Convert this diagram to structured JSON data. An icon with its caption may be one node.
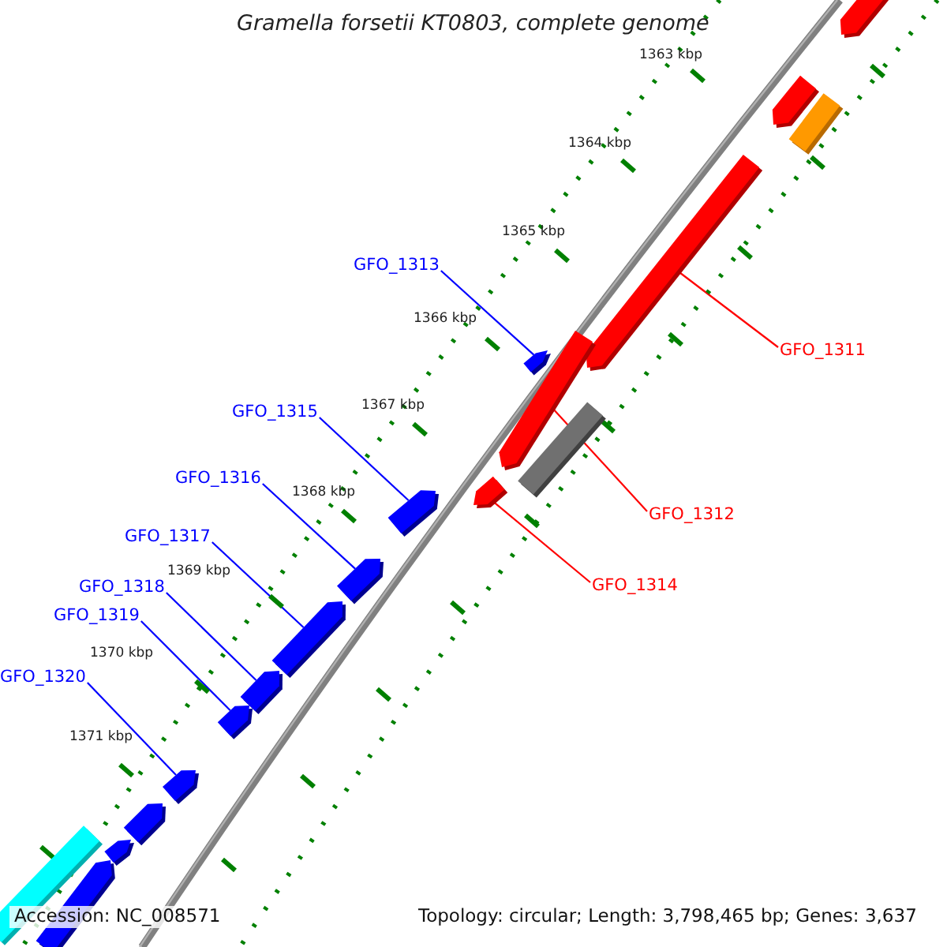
{
  "diagram": {
    "title": "Gramella forsetii KT0803, complete genome",
    "nodes": [
      {
        "text": [],
        "shape": "arrow"
      },
      {
        "text": [],
        "shape": "arrow"
      },
      {
        "text": [],
        "shape": "bar"
      },
      {
        "text": [],
        "shape": "arrow"
      },
      {
        "text": [],
        "shape": "arrow"
      },
      {
        "text": [],
        "shape": "arrow"
      },
      {
        "text": [],
        "shape": "bar"
      },
      {
        "text": [],
        "shape": "arrow"
      },
      {
        "text": [],
        "shape": "arrow"
      },
      {
        "text": [],
        "shape": "arrow"
      },
      {
        "text": [],
        "shape": "arrow"
      },
      {
        "text": [],
        "shape": "arrow"
      },
      {
        "text": [],
        "shape": "arrow"
      },
      {
        "text": [],
        "shape": "arrow"
      },
      {
        "text": [],
        "shape": "arrow"
      },
      {
        "text": [],
        "shape": "arrow"
      },
      {
        "text": [],
        "shape": "arrow"
      },
      {
        "text": [],
        "shape": "bar"
      },
      {
        "text": [
          "GFO_1313"
        ]
      },
      {
        "text": [
          "GFO_1311"
        ]
      },
      {
        "text": [
          "GFO_1312"
        ]
      },
      {
        "text": [
          "GFO_1314"
        ]
      },
      {
        "text": [
          "GFO_1315"
        ]
      },
      {
        "text": [
          "GFO_1316"
        ]
      },
      {
        "text": [
          "GFO_1317"
        ]
      },
      {
        "text": [
          "GFO_1318"
        ]
      },
      {
        "text": [
          "GFO_1319"
        ]
      },
      {
        "text": [
          "GFO_1320"
        ]
      }
    ],
    "edges": [
      {
        "from": 18,
        "to": 4,
        "arrow": "none"
      },
      {
        "from": 19,
        "to": 3,
        "arrow": "none",
        "color": "#ff0000"
      },
      {
        "from": 20,
        "to": 5,
        "arrow": "none",
        "color": "#ff0000"
      },
      {
        "from": 21,
        "to": 7,
        "arrow": "none",
        "color": "#ff0000"
      },
      {
        "from": 22,
        "to": 8,
        "arrow": "none"
      },
      {
        "from": 23,
        "to": 9,
        "arrow": "none"
      },
      {
        "from": 24,
        "to": 10,
        "arrow": "none"
      },
      {
        "from": 25,
        "to": 11,
        "arrow": "none"
      },
      {
        "from": 26,
        "to": 12,
        "arrow": "none"
      },
      {
        "from": 27,
        "to": 13,
        "arrow": "none"
      }
    ],
    "labels": [
      "1363 kbp",
      "1364 kbp",
      "1365 kbp",
      "1366 kbp",
      "1367 kbp",
      "1368 kbp",
      "1369 kbp",
      "1370 kbp",
      "1371 kbp",
      "Accession: NC_008571",
      "Topology: circular; Length: 3,798,465 bp; Genes: 3,637"
    ]
  }
}
